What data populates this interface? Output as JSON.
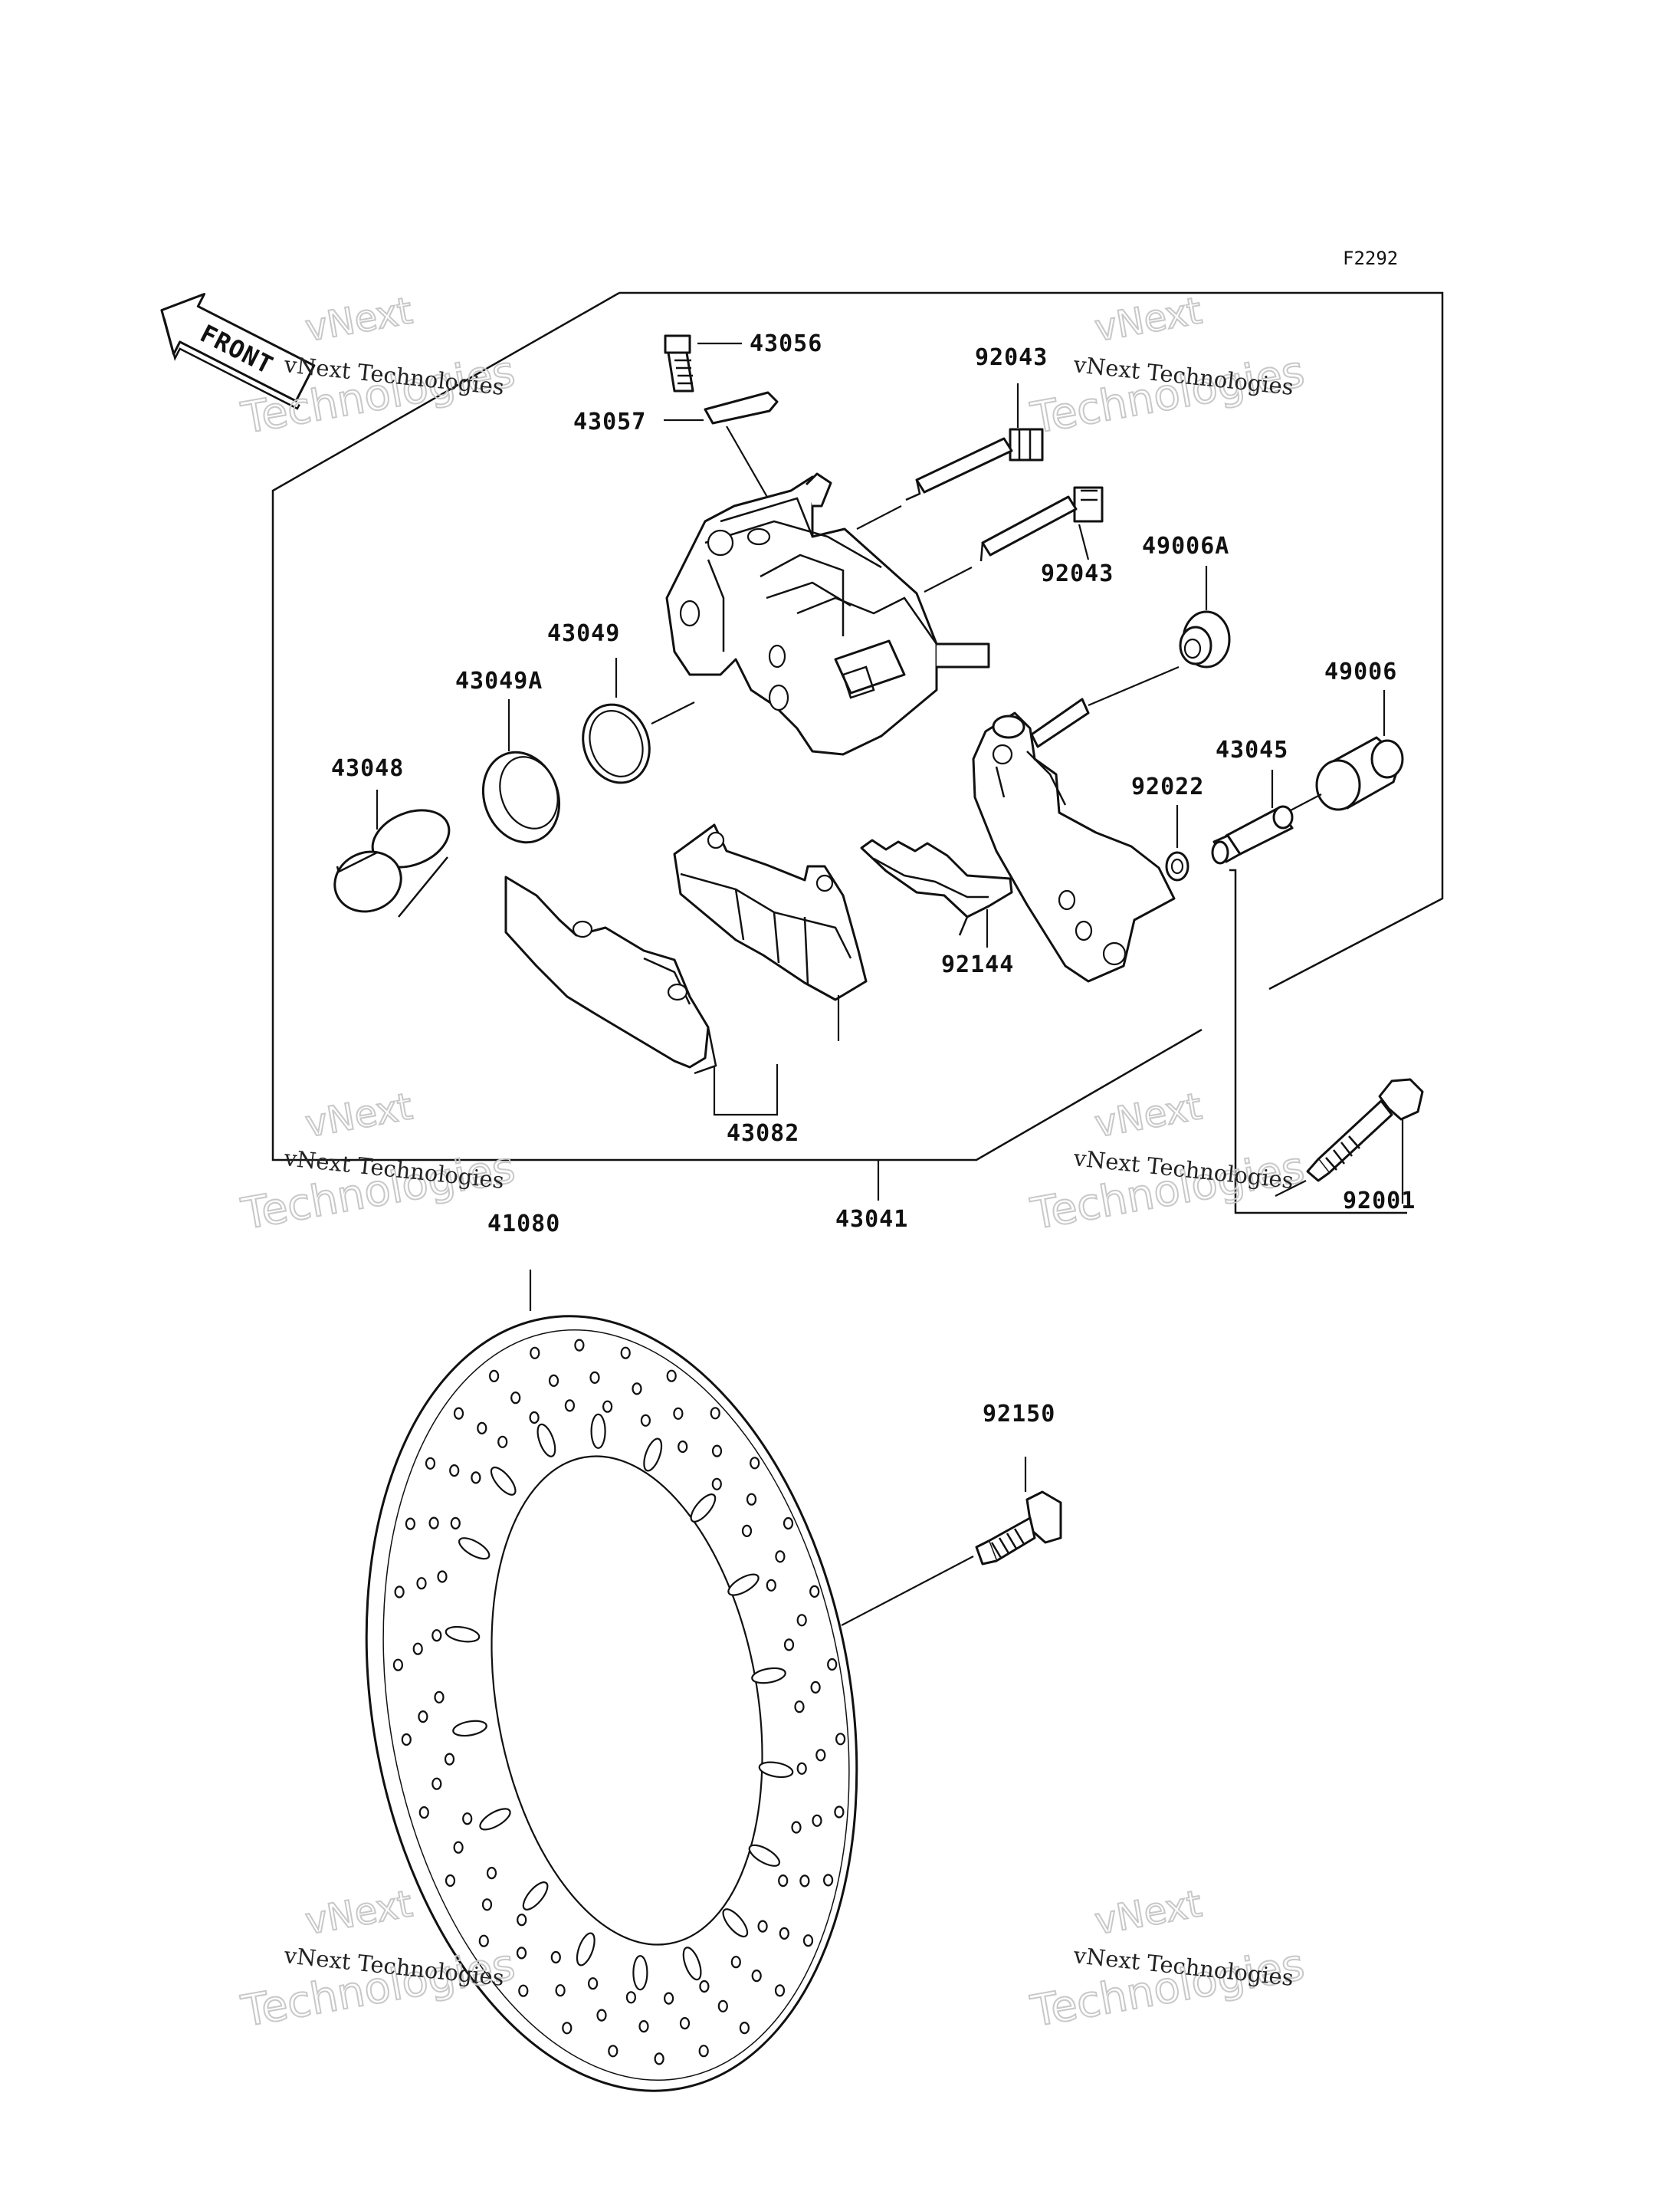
{
  "figure_ref": "F2292",
  "front_label": "FRONT",
  "watermark_small": "vNext Technologies",
  "watermark_top": "vNext",
  "watermark_bottom": "Technologies",
  "parts": [
    {
      "number": "43056"
    },
    {
      "number": "43057"
    },
    {
      "number": "92043"
    },
    {
      "number": "92043"
    },
    {
      "number": "49006A"
    },
    {
      "number": "43049"
    },
    {
      "number": "43049A"
    },
    {
      "number": "43048"
    },
    {
      "number": "49006"
    },
    {
      "number": "43045"
    },
    {
      "number": "92022"
    },
    {
      "number": "92144"
    },
    {
      "number": "43082"
    },
    {
      "number": "43041"
    },
    {
      "number": "92001"
    },
    {
      "number": "41080"
    },
    {
      "number": "92150"
    }
  ]
}
